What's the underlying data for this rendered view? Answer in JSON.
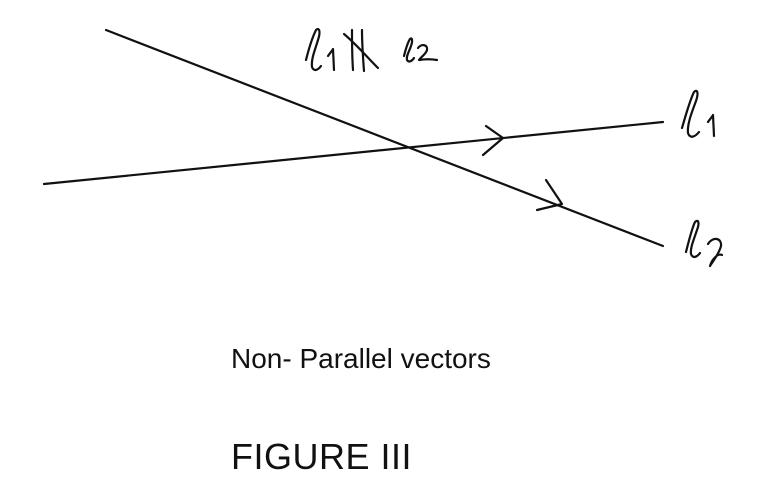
{
  "diagram": {
    "title_handwritten": "l₁ ∦ l₂",
    "lines": [
      {
        "name": "line-l1",
        "label": "l₁"
      },
      {
        "name": "line-l2",
        "label": "l₂"
      }
    ]
  },
  "captions": {
    "subtitle": "Non- Parallel vectors",
    "figure": "FIGURE III"
  }
}
